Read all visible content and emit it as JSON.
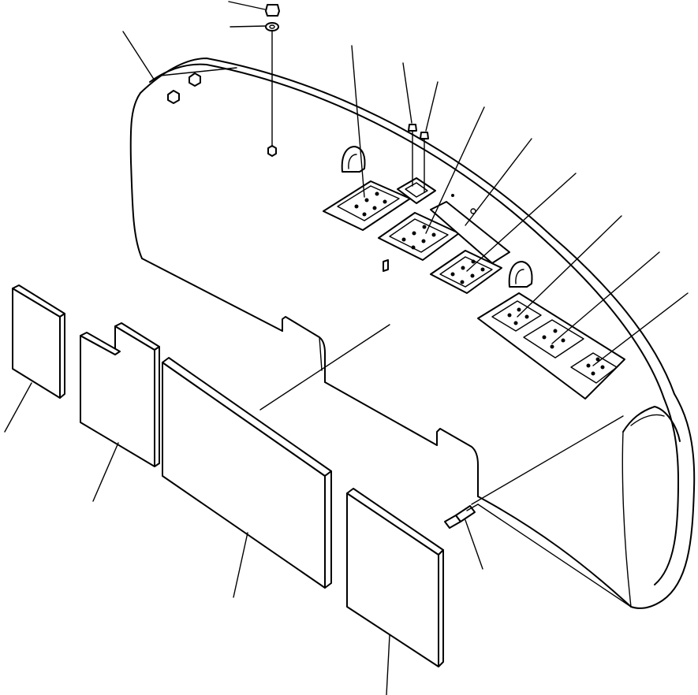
{
  "diagram": {
    "kind": "exploded-parts-view",
    "subject": "counterweight",
    "colors": {
      "line": "#000000",
      "background": "#ffffff"
    },
    "parts": [
      "counterweight-body",
      "top-bolt",
      "top-washer",
      "nut-plate-1",
      "nut-plate-2",
      "nut-plate-3",
      "nut-plate-4",
      "nut-plate-5",
      "nut-plate-6",
      "lifting-eye-cover",
      "cover-bolt-1",
      "cover-bolt-2",
      "name-plate",
      "block-small",
      "block-notched",
      "block-large",
      "block-right",
      "mounting-bolt"
    ],
    "callouts": 17,
    "printed_labels": []
  }
}
